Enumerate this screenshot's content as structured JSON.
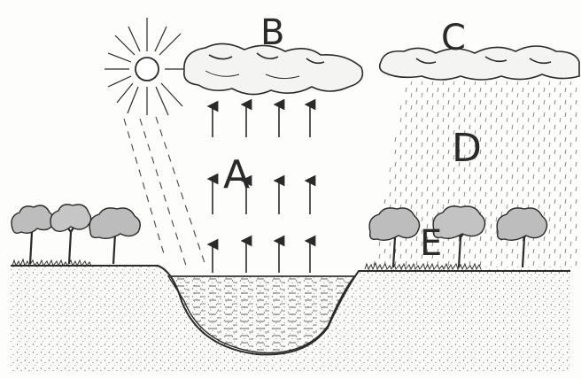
{
  "labels": {
    "a": "A",
    "b": "B",
    "c": "C",
    "d": "D",
    "e": "E"
  },
  "colors": {
    "ink": "#2a2a2a",
    "background": "#fdfdfb",
    "water_line": "#555555"
  }
}
